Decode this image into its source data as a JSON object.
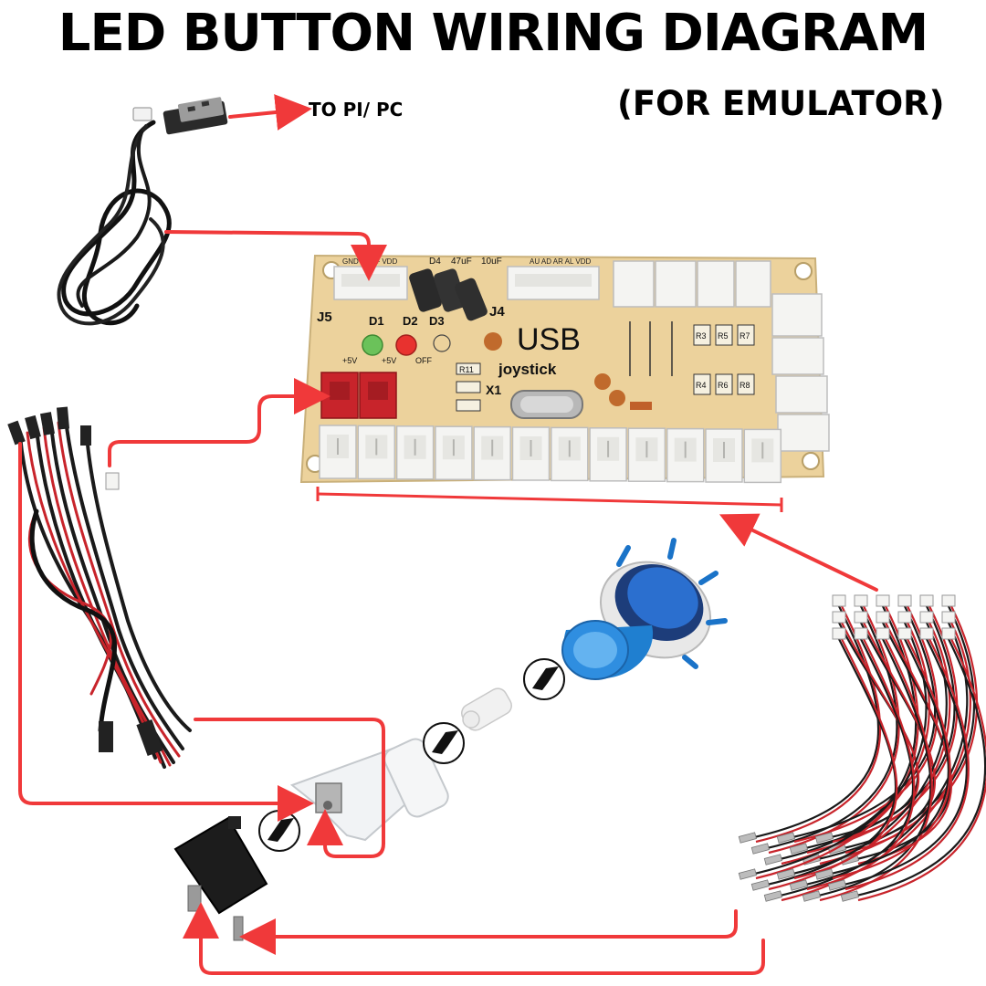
{
  "title": "LED BUTTON WIRING DIAGRAM",
  "subtitle": "(FOR EMULATOR)",
  "to_pc_label": "TO PI/ PC",
  "board": {
    "main_label": "USB",
    "sub_label": "joystick",
    "header_labels": {
      "top_left": "GND D- D+ VDD",
      "top_mid": "AU AD AR AL VDD",
      "j5": "J5",
      "j4": "J4",
      "d1": "D1",
      "d2": "D2",
      "d3": "D3",
      "d4": "D4",
      "cap1": "47uF",
      "cap2": "10uF",
      "plus5v_a": "+5V",
      "plus5v_b": "+5V",
      "off": "OFF",
      "r11": "R11",
      "x1": "X1",
      "r3": "R3",
      "r5": "R5",
      "r7": "R7",
      "r4": "R4",
      "r6": "R6",
      "r8": "R8"
    }
  },
  "colors": {
    "wire_arrow": "#f0393a",
    "pcb": "#ecd29c",
    "connector_white": "#f4f4f2",
    "connector_red": "#c8242b",
    "button_blue": "#1f7fd0",
    "led_green": "#6bc25a",
    "led_red": "#e8322f"
  },
  "icons": {
    "usb_cable": "usb-cable-icon",
    "led_harness": "led-harness-icon",
    "button_harness": "button-harness-icon",
    "arcade_button": "arcade-button-icon",
    "led_bulb": "led-bulb-icon",
    "switch_housing": "switch-housing-icon",
    "microswitch": "microswitch-icon",
    "assembly_arrow": "assembly-arrow-icon"
  }
}
